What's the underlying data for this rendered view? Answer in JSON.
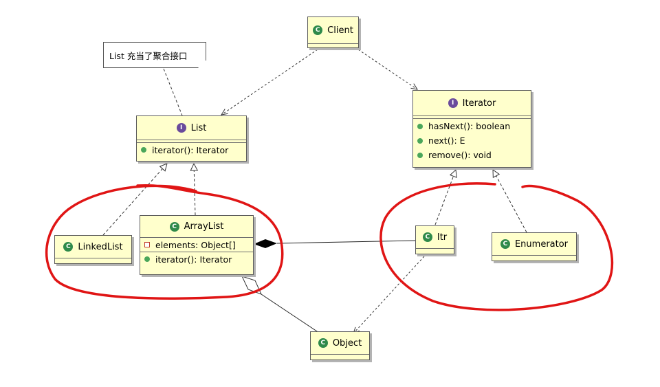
{
  "note": {
    "text": "List 充当了聚合接口"
  },
  "classes": {
    "client": {
      "name": "Client",
      "icon": "class-icon"
    },
    "list": {
      "name": "List",
      "icon": "interface-icon",
      "methods": [
        "iterator(): Iterator"
      ]
    },
    "iterator": {
      "name": "Iterator",
      "icon": "interface-icon",
      "methods": [
        "hasNext(): boolean",
        "next(): E",
        "remove(): void"
      ]
    },
    "linkedlist": {
      "name": "LinkedList",
      "icon": "class-icon"
    },
    "arraylist": {
      "name": "ArrayList",
      "icon": "class-icon",
      "fields": [
        "elements: Object[]"
      ],
      "methods": [
        "iterator(): Iterator"
      ]
    },
    "itr": {
      "name": "Itr",
      "icon": "class-icon"
    },
    "enumerator": {
      "name": "Enumerator",
      "icon": "class-icon"
    },
    "object": {
      "name": "Object",
      "icon": "class-icon"
    }
  },
  "icons": {
    "class_letter": "C",
    "interface_letter": "I"
  },
  "colors": {
    "box_fill": "#ffffcc",
    "box_border": "#5c5c5c",
    "class_icon": "#2f8a4a",
    "interface_icon": "#6a4b9c",
    "method_dot": "#4aa65a",
    "highlight_circle": "#e01515"
  }
}
